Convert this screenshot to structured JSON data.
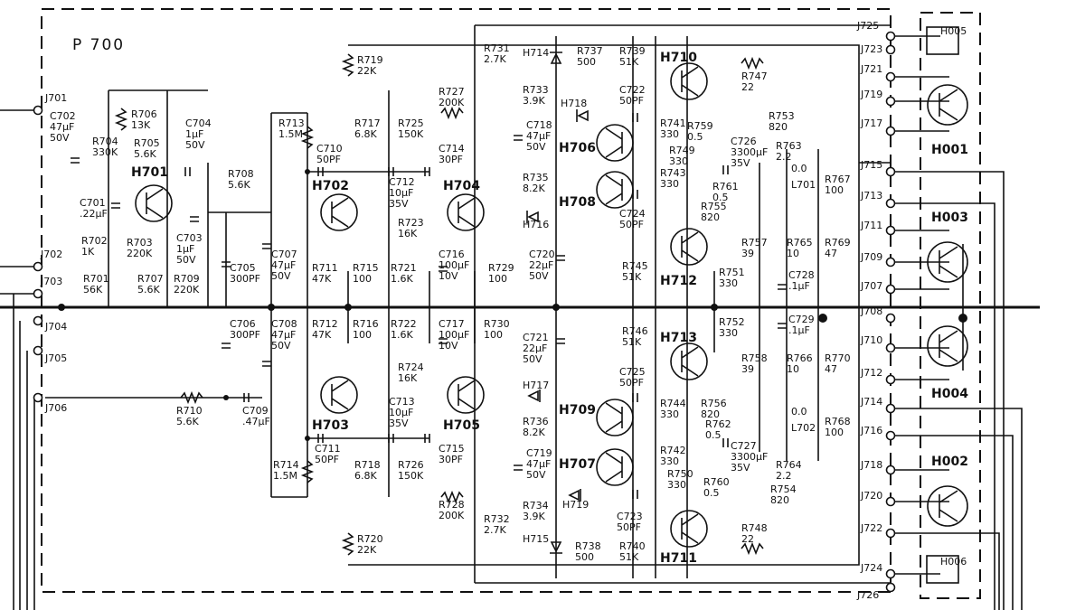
{
  "board_label": "P 700",
  "connectors": [
    "J701",
    "J702",
    "J703",
    "J704",
    "J705",
    "J706",
    "J725",
    "J723",
    "J721",
    "J719",
    "J717",
    "J715",
    "J713",
    "J711",
    "J709",
    "J707",
    "J708",
    "J710",
    "J712",
    "J714",
    "J716",
    "J718",
    "J720",
    "J722",
    "J724",
    "J726"
  ],
  "transistors": [
    "H701",
    "H702",
    "H703",
    "H704",
    "H705",
    "H706",
    "H707",
    "H708",
    "H709",
    "H710",
    "H711",
    "H712",
    "H713",
    "H001",
    "H002",
    "H003",
    "H004",
    "H005",
    "H006"
  ],
  "resistors": {
    "R701": "56K",
    "R702": "1K",
    "R703": "220K",
    "R704": "330K",
    "R705": "5.6K",
    "R706": "13K",
    "R707": "5.6K",
    "R708": "5.6K",
    "R709": "220K",
    "R710": "5.6K",
    "R711": "47K",
    "R712": "47K",
    "R713": "1.5M",
    "R714": "1.5M",
    "R715": "100",
    "R716": "100",
    "R717": "6.8K",
    "R718": "6.8K",
    "R719": "22K",
    "R720": "22K",
    "R721": "1.6K",
    "R722": "1.6K",
    "R723": "16K",
    "R724": "16K",
    "R725": "150K",
    "R726": "150K",
    "R727": "200K",
    "R728": "200K",
    "R729": "100",
    "R730": "100",
    "R731": "2.7K",
    "R732": "2.7K",
    "R733": "3.9K",
    "R734": "3.9K",
    "R735": "8.2K",
    "R736": "8.2K",
    "R737": "500",
    "R738": "500",
    "R739": "51K",
    "R740": "51K",
    "R741": "330",
    "R742": "330",
    "R743": "330",
    "R744": "330",
    "R745": "51K",
    "R746": "51K",
    "R747": "22",
    "R748": "22",
    "R749": "330",
    "R750": "330",
    "R751": "330",
    "R752": "330",
    "R753": "820",
    "R754": "820",
    "R755": "820",
    "R756": "820",
    "R757": "39",
    "R758": "39",
    "R759": "0.5",
    "R760": "0.5",
    "R761": "0.5",
    "R762": "0.5",
    "R763": "2.2",
    "R764": "2.2",
    "R765": "10",
    "R766": "10",
    "R767": "100",
    "R768": "100",
    "R769": "47",
    "R770": "47"
  },
  "capacitors": {
    "C701": ".22µF",
    "C702": "47µF 50V",
    "C703": "1µF 50V",
    "C704": "1µF 50V",
    "C705": "300PF",
    "C706": "300PF",
    "C707": "47µF 50V",
    "C708": "47µF 50V",
    "C709": ".47µF",
    "C710": "50PF",
    "C711": "50PF",
    "C712": "10µF 35V",
    "C713": "10µF 35V",
    "C714": "30PF",
    "C715": "30PF",
    "C716": "100µF 10V",
    "C717": "100µF 10V",
    "C718": "47µF 50V",
    "C719": "47µF 50V",
    "C720": "22µF 50V",
    "C721": "22µF 50V",
    "C722": "50PF",
    "C723": "50PF",
    "C724": "50PF",
    "C725": "50PF",
    "C726": "3300µF 35V",
    "C727": "3300µF 35V",
    "C728": ".1µF",
    "C729": ".1µF"
  },
  "diodes": [
    "H714",
    "H715",
    "H716",
    "H717",
    "H718",
    "H719"
  ],
  "inductors": {
    "L701": "0.0",
    "L702": "0.0"
  }
}
